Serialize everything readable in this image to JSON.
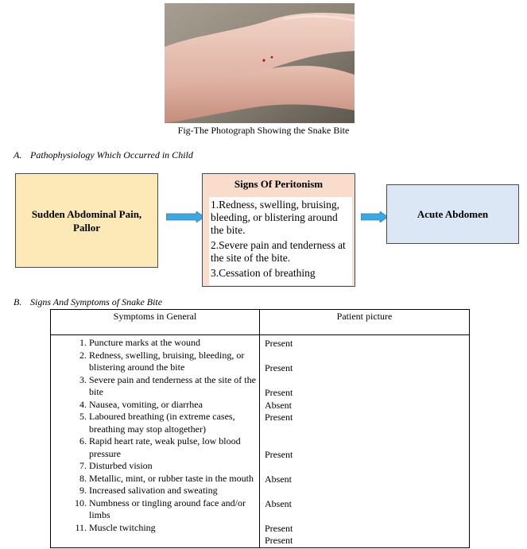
{
  "figure": {
    "caption": "Fig-The Photograph Showing the Snake Bite"
  },
  "section_a": {
    "marker": "A.",
    "heading": "Pathophysiology Which Occurred in Child"
  },
  "flow": {
    "left_box": "Sudden Abdominal Pain, Pallor",
    "center_title": "Signs Of Peritonism",
    "center_items": [
      "1.Redness, swelling, bruising, bleeding, or blistering around the bite.",
      "2.Severe pain and tenderness at the site of the bite.",
      "3.Cessation of breathing"
    ],
    "right_box": "Acute Abdomen",
    "colors": {
      "left_fill": "#fde9b8",
      "center_fill": "#f9dccb",
      "right_fill": "#dce7f5",
      "arrow": "#3fa7e0"
    }
  },
  "section_b": {
    "marker": "B.",
    "heading": "Signs And Symptoms of Snake Bite"
  },
  "table": {
    "headers": [
      "Symptoms in General",
      "Patient picture"
    ],
    "symptoms": [
      "Puncture marks at the wound",
      "Redness, swelling, bruising, bleeding, or blistering around the bite",
      "Severe pain and tenderness at the site of the bite",
      "Nausea, vomiting, or diarrhea",
      "Laboured breathing (in extreme cases, breathing may stop altogether)",
      "Rapid heart rate, weak pulse, low blood pressure",
      "Disturbed vision",
      "Metallic, mint, or rubber taste in the mouth",
      "Increased salivation and sweating",
      "Numbness or tingling around face and/or limbs",
      "Muscle twitching"
    ],
    "statuses": [
      "Present",
      "",
      "Present",
      "",
      "Present",
      "Absent",
      "Present",
      "",
      "",
      "Present",
      "",
      "Absent",
      "",
      "Absent",
      "",
      "Present",
      "Present"
    ]
  }
}
